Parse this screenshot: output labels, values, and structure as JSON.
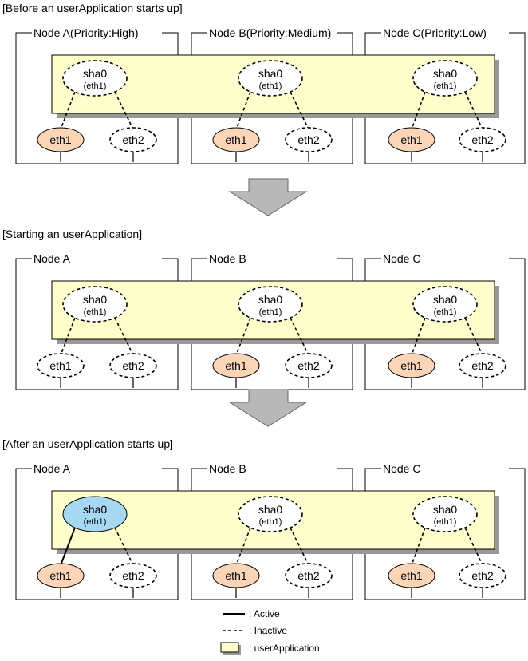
{
  "colors": {
    "app_fill": "#ffffcc",
    "app_shadow": "#999999",
    "eth_active": "#fbd5b5",
    "sha_active": "#a6d8f4",
    "inactive_fill": "#ffffff",
    "arrow_fill": "#b8b8b8",
    "line": "#000000"
  },
  "sections": [
    {
      "title": "[Before an userApplication starts up]",
      "nodes": [
        {
          "label": "Node  A(Priority:High)",
          "sha_main": "sha0",
          "sha_sub": "(eth1)",
          "sha_active": false,
          "eth": [
            {
              "label": "eth1",
              "active": true
            },
            {
              "label": "eth2",
              "active": false
            }
          ],
          "link_active": false
        },
        {
          "label": "Node  B(Priority:Medium)",
          "sha_main": "sha0",
          "sha_sub": "(eth1)",
          "sha_active": false,
          "eth": [
            {
              "label": "eth1",
              "active": true
            },
            {
              "label": "eth2",
              "active": false
            }
          ],
          "link_active": false
        },
        {
          "label": "Node  C(Priority:Low)",
          "sha_main": "sha0",
          "sha_sub": "(eth1)",
          "sha_active": false,
          "eth": [
            {
              "label": "eth1",
              "active": true
            },
            {
              "label": "eth2",
              "active": false
            }
          ],
          "link_active": false
        }
      ]
    },
    {
      "title": "[Starting an userApplication]",
      "nodes": [
        {
          "label": "Node A",
          "sha_main": "sha0",
          "sha_sub": "(eth1)",
          "sha_active": false,
          "eth": [
            {
              "label": "eth1",
              "active": false
            },
            {
              "label": "eth2",
              "active": false
            }
          ],
          "link_active": false
        },
        {
          "label": "Node B",
          "sha_main": "sha0",
          "sha_sub": "(eth1)",
          "sha_active": false,
          "eth": [
            {
              "label": "eth1",
              "active": true
            },
            {
              "label": "eth2",
              "active": false
            }
          ],
          "link_active": false
        },
        {
          "label": "Node C",
          "sha_main": "sha0",
          "sha_sub": "(eth1)",
          "sha_active": false,
          "eth": [
            {
              "label": "eth1",
              "active": true
            },
            {
              "label": "eth2",
              "active": false
            }
          ],
          "link_active": false
        }
      ]
    },
    {
      "title": "[After an userApplication starts up]",
      "nodes": [
        {
          "label": "Node A",
          "sha_main": "sha0",
          "sha_sub": "(eth1)",
          "sha_active": true,
          "eth": [
            {
              "label": "eth1",
              "active": true
            },
            {
              "label": "eth2",
              "active": false
            }
          ],
          "link_active": true
        },
        {
          "label": "Node B",
          "sha_main": "sha0",
          "sha_sub": "(eth1)",
          "sha_active": false,
          "eth": [
            {
              "label": "eth1",
              "active": true
            },
            {
              "label": "eth2",
              "active": false
            }
          ],
          "link_active": false
        },
        {
          "label": "Node C",
          "sha_main": "sha0",
          "sha_sub": "(eth1)",
          "sha_active": false,
          "eth": [
            {
              "label": "eth1",
              "active": true
            },
            {
              "label": "eth2",
              "active": false
            }
          ],
          "link_active": false
        }
      ]
    }
  ],
  "legend": {
    "active": ": Active",
    "inactive": ": Inactive",
    "app": ": userApplication"
  }
}
